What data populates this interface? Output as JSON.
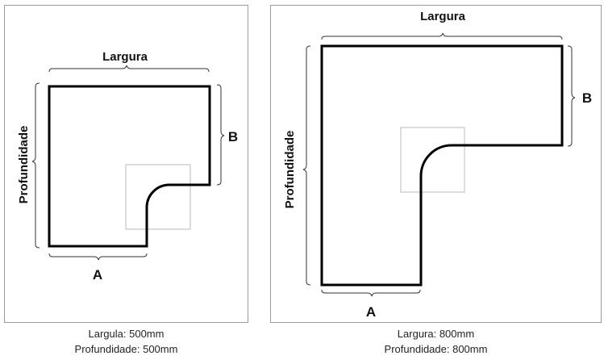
{
  "left_diagram": {
    "width_label": "Largura",
    "depth_label": "Profundidade",
    "a_label": "A",
    "b_label": "B",
    "caption_width": "Largula: 500mm",
    "caption_depth": "Profundidade: 500mm"
  },
  "right_diagram": {
    "width_label": "Largura",
    "depth_label": "Profundidade",
    "a_label": "A",
    "b_label": "B",
    "caption_width": "Largura: 800mm",
    "caption_depth": "Profundidade: 800mm"
  },
  "colors": {
    "outline": "#000000",
    "bracket": "#333333",
    "highlight_box": "#b8b8b8"
  }
}
